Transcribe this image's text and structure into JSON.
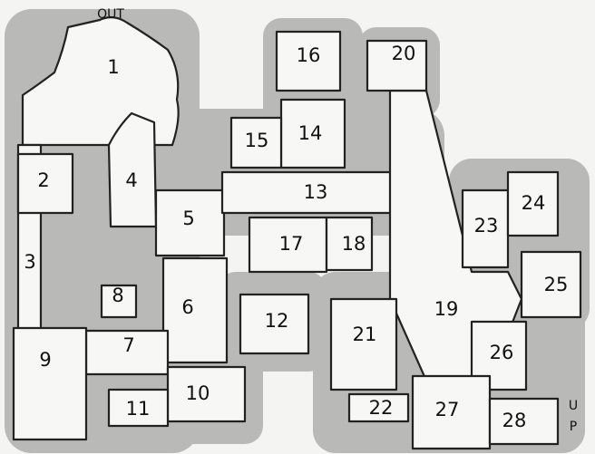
{
  "map": {
    "exit_label": "OUT",
    "stairs_label": "UP",
    "rooms": [
      "1",
      "2",
      "3",
      "4",
      "5",
      "6",
      "7",
      "8",
      "9",
      "10",
      "11",
      "12",
      "13",
      "14",
      "15",
      "16",
      "17",
      "18",
      "19",
      "20",
      "21",
      "22",
      "23",
      "24",
      "25",
      "26",
      "27",
      "28"
    ]
  },
  "colors": {
    "ink": "#222222",
    "shading": "#b9b9b7",
    "paper": "#f7f7f5"
  }
}
